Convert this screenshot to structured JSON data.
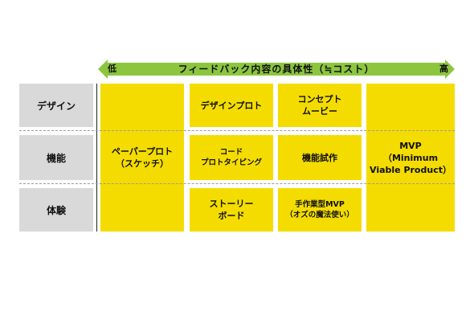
{
  "axis": {
    "label": "フィードバック内容の具体性（≒コスト）",
    "low": "低",
    "high": "高",
    "color": "#8cc63f"
  },
  "rows": {
    "design": "デザイン",
    "function": "機能",
    "experience": "体験"
  },
  "cells": {
    "paper_prototype": "ペーパープロト\n（スケッチ）",
    "design_prototype": "デザインプロト",
    "concept_movie": "コンセプト\nムービー",
    "code_prototyping": "コード\nプロトタイピング",
    "function_trial": "機能試作",
    "storyboard": "ストーリー\nボード",
    "handmade_mvp": "手作業型MVP\n（オズの魔法使い）",
    "mvp": "MVP\n（Minimum\nViable Product）"
  },
  "colors": {
    "cell": "#f4dc00",
    "row_header": "#d9d9d9"
  }
}
